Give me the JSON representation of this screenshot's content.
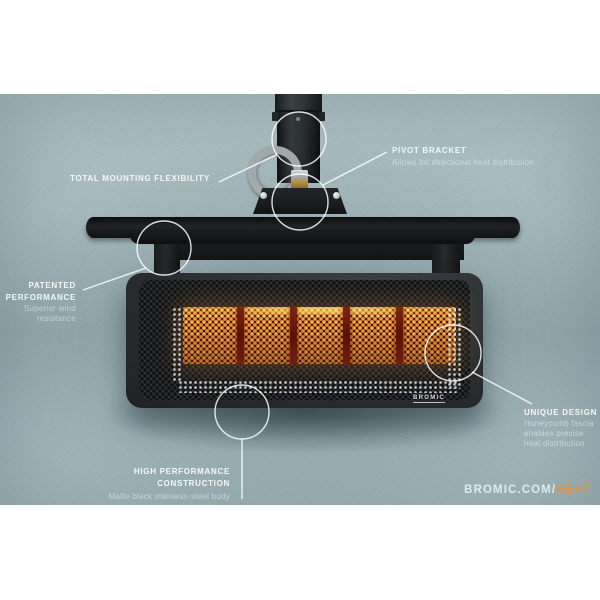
{
  "callouts": {
    "mounting": {
      "title": "TOTAL MOUNTING FLEXIBILITY"
    },
    "pivot": {
      "title": "PIVOT BRACKET",
      "desc": "Allows for directional heat distribution"
    },
    "patented": {
      "title1": "PATENTED",
      "title2": "PERFORMANCE",
      "desc1": "Superior wind",
      "desc2": "resistance"
    },
    "unique": {
      "title": "UNIQUE DESIGN",
      "desc": "Honeycomb fascia enables precise heat distribution"
    },
    "construction": {
      "title1": "HIGH PERFORMANCE",
      "title2": "CONSTRUCTION",
      "desc": "Matte black stainless-steel body"
    }
  },
  "product": {
    "logo": "BROMIC"
  },
  "footer": {
    "site_prefix": "BROMIC.COM/",
    "site_suffix": "HEAT"
  },
  "colors": {
    "wall": "#a7bcc0",
    "frame": "#ffffff",
    "heater_black": "#2b2e30",
    "burner_orange": "#ef9434",
    "accent_orange": "#e2943c",
    "callout_white": "#f4f8f8"
  }
}
